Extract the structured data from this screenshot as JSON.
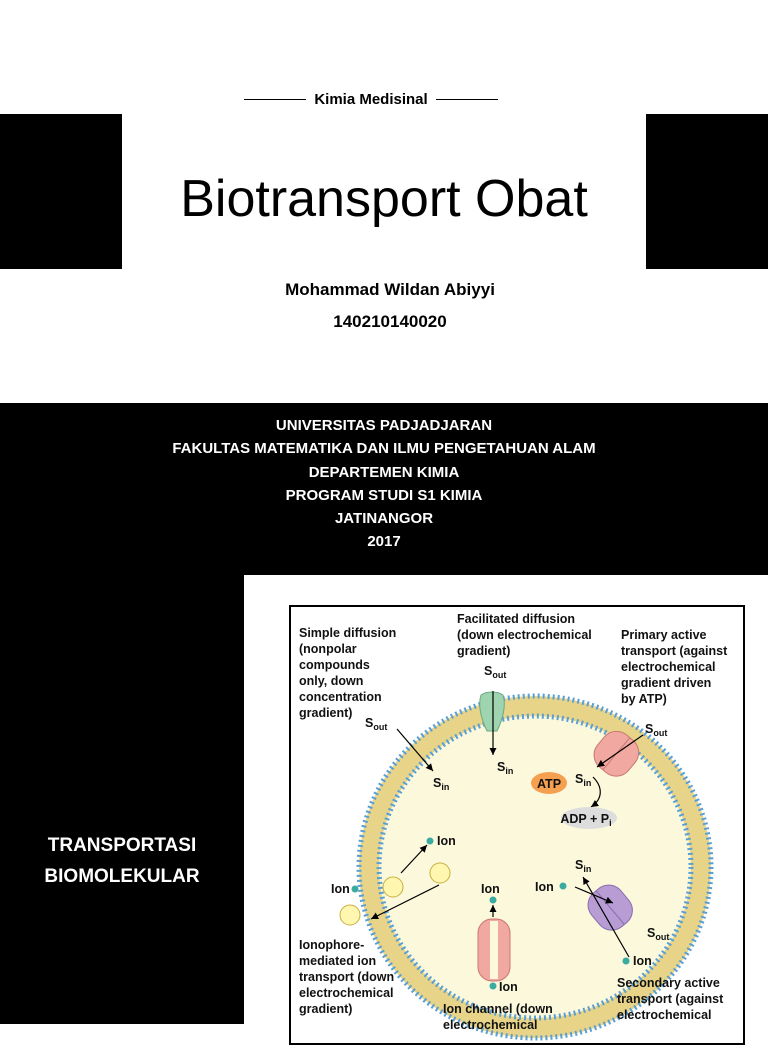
{
  "header": {
    "subtitle": "Kimia Medisinal",
    "title": "Biotransport Obat"
  },
  "author": {
    "name": "Mohammad Wildan Abiyyi",
    "student_id": "140210140020"
  },
  "institution": {
    "lines": [
      "UNIVERSITAS PADJADJARAN",
      "FAKULTAS MATEMATIKA DAN ILMU PENGETAHUAN ALAM",
      "DEPARTEMEN KIMIA",
      "PROGRAM STUDI S1 KIMIA",
      "JATINANGOR",
      "2017"
    ]
  },
  "section": {
    "title_line1": "TRANSPORTASI",
    "title_line2": "BIOMOLEKULAR"
  },
  "figure": {
    "simple_diffusion": [
      "Simple diffusion",
      "(nonpolar",
      "compounds",
      "only, down",
      "concentration",
      "gradient)"
    ],
    "facilitated_diffusion": [
      "Facilitated diffusion",
      "(down electrochemical",
      "gradient)"
    ],
    "primary_active": [
      "Primary active",
      "transport (against",
      "electrochemical",
      "gradient driven",
      "by ATP)"
    ],
    "ionophore": [
      "Ionophore-",
      "mediated ion",
      "transport (down",
      "electrochemical",
      "gradient)"
    ],
    "ion_channel": [
      "Ion channel (down",
      "electrochemical"
    ],
    "secondary_active": [
      "Secondary active",
      "transport (against",
      "electrochemical"
    ],
    "s_label": "S",
    "sub_out": "out",
    "sub_in": "in",
    "atp": "ATP",
    "adp": "ADP + P",
    "sub_i": "i",
    "ion": "Ion",
    "colors": {
      "membrane": "#e8d488",
      "lipid_head": "#5a9fd4",
      "interior": "#fbf8dc",
      "channel_green": "#9fd4b0",
      "pump_pink": "#f0a8a0",
      "sym_purple": "#b89cd4",
      "atp_orange": "#f5a050",
      "ion_teal": "#3aaba0"
    }
  }
}
